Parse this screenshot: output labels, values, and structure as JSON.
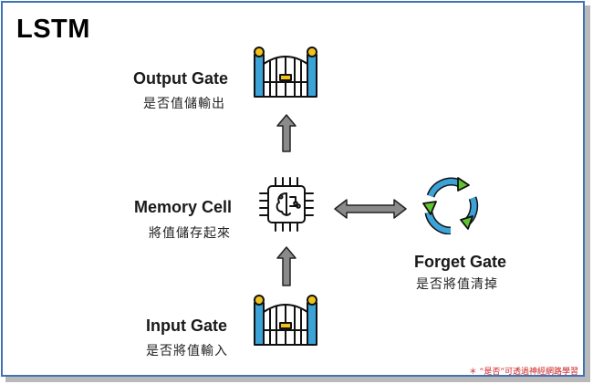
{
  "diagram": {
    "title": "LSTM",
    "output_gate": {
      "name": "Output Gate",
      "desc": "是否值儲輸出"
    },
    "memory_cell": {
      "name": "Memory Cell",
      "desc": "將值儲存起來"
    },
    "input_gate": {
      "name": "Input Gate",
      "desc": "是否將值輸入"
    },
    "forget_gate": {
      "name": "Forget Gate",
      "desc": "是否將值清掉"
    },
    "footnote": "＊ “是否”可透過神經網路學習"
  },
  "colors": {
    "frame": "#3f73b6",
    "arrow": "#8a8a8a",
    "gate_blue": "#3ba3d8",
    "gate_gold": "#f2c21b",
    "cycle_blue": "#3ba3d8",
    "cycle_green": "#5fc430",
    "footnote": "#cc2020"
  },
  "icons": [
    "gate-icon",
    "chip-icon",
    "cycle-icon",
    "arrow-up-icon",
    "double-arrow-icon"
  ]
}
